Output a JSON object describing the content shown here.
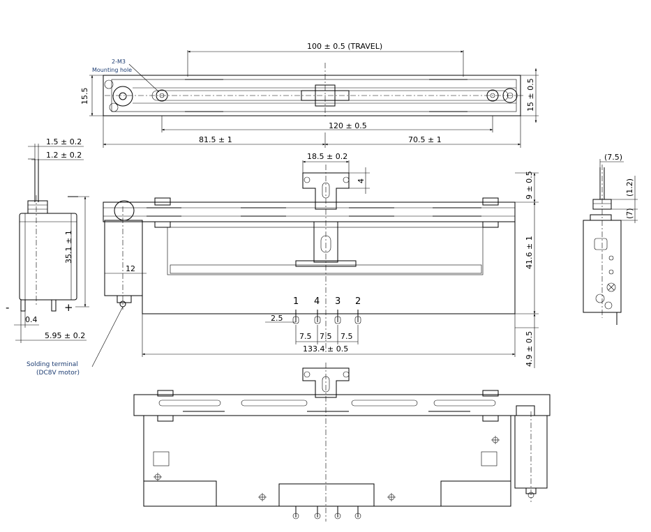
{
  "labels": {
    "travel": "100 ± 0.5 (TRAVEL)",
    "mount_screw": "2-M3",
    "mounting_hole": "Mounting hole",
    "height_top": "15.5",
    "height_top_right": "15 ± 0.5",
    "hole_pitch": "120 ± 0.5",
    "left_offset": "81.5 ± 1",
    "right_offset": "70.5 ± 1",
    "shaft_dia": "1.5 ± 0.2",
    "shaft_flat": "1.2 ± 0.2",
    "motor_height": "35.1 ± 1",
    "terminal_offset": "0.4",
    "terminal_width": "5.95 ± 0.2",
    "minus": "-",
    "plus": "+",
    "knob_width": "18.5 ± 0.2",
    "knob_step": "4",
    "knob_height": "9 ± 0.5",
    "body_height": "41.6 ± 1",
    "motor_width": "12",
    "pin_1": "1",
    "pin_4": "4",
    "pin_3": "3",
    "pin_2": "2",
    "pin_offset": "2.5",
    "pitch_a": "7.5",
    "pitch_b": "7.5",
    "pitch_c": "7.5",
    "overall_length": "133.4 ± 0.5",
    "pin_length": "4.9 ± 0.5",
    "terminal_note_1": "Solding terminal",
    "terminal_note_2": "(DC8V motor)",
    "right_side_width": "(7.5)",
    "right_side_1": "(1.2)",
    "right_side_2": "(7)"
  }
}
